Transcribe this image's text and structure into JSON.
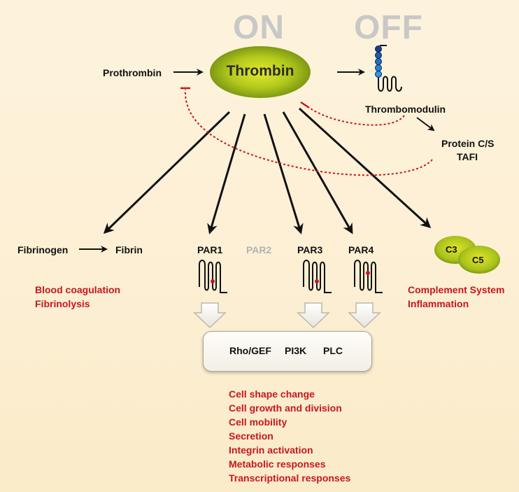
{
  "header": {
    "on": "ON",
    "off": "OFF"
  },
  "thrombin": "Thrombin",
  "prothrombin": "Prothrombin",
  "thrombomodulin": "Thrombomodulin",
  "protein_cs": "Protein C/S",
  "tafi": "TAFI",
  "fibrinogen": "Fibrinogen",
  "fibrin": "Fibrin",
  "receptors": {
    "par1": "PAR1",
    "par2": "PAR2",
    "par3": "PAR3",
    "par4": "PAR4"
  },
  "complement": {
    "c3": "C3",
    "c5": "C5"
  },
  "coag_outcomes": [
    "Blood coagulation",
    "Fibrinolysis"
  ],
  "complement_outcomes": [
    "Complement System",
    "Inflammation"
  ],
  "signaling": {
    "rho": "Rho/GEF",
    "pi3k": "PI3K",
    "plc": "PLC"
  },
  "cell_responses": [
    "Cell shape change",
    "Cell growth and division",
    "Cell mobility",
    "Secretion",
    "Integrin activation",
    "Metabolic responses",
    "Transcriptional responses"
  ],
  "colors": {
    "inhibition": "#c8161d",
    "outcome_text": "#c8161d",
    "inactive_text": "#b3b3b3",
    "thrombin_fill": "#9cbb1a",
    "thrombomodulin_beads": "#1a5fa8"
  }
}
